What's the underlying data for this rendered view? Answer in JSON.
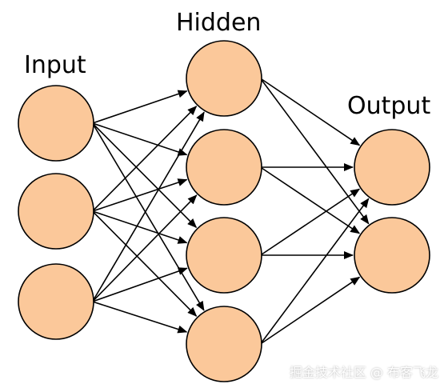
{
  "diagram": {
    "labels": {
      "input": "Input",
      "hidden": "Hidden",
      "output": "Output"
    },
    "layers": {
      "input": 3,
      "hidden": 4,
      "output": 2
    },
    "connectivity": "fully-connected",
    "colors": {
      "node_fill": "#fbc89a",
      "node_stroke": "#000000",
      "edge": "#000000",
      "background": "#ffffff"
    }
  },
  "watermark": "掘金技术社区 @ 布客飞龙"
}
